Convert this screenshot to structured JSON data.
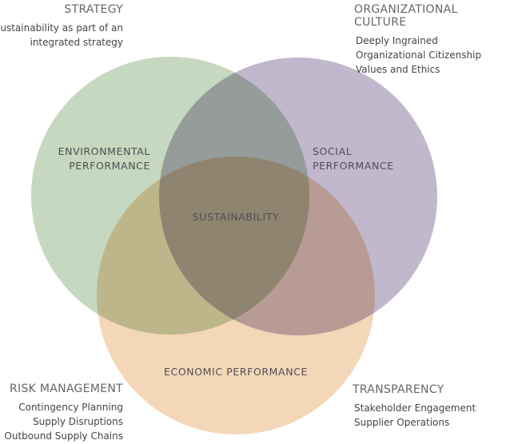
{
  "circles": {
    "environmental": {
      "label_lines": [
        "ENVIRONMENTAL",
        "PERFORMANCE"
      ],
      "color": "#c6d8bf"
    },
    "social": {
      "label_lines": [
        "SOCIAL",
        "PERFORMANCE"
      ],
      "color": "#c1b8ce"
    },
    "economic": {
      "label": "ECONOMIC PERFORMANCE",
      "color": "#f4d7b9"
    },
    "center": {
      "label": "SUSTAINABILITY"
    }
  },
  "corners": {
    "strategy": {
      "title": "STRATEGY",
      "items": [
        "sustainability as part of an",
        "integrated strategy"
      ]
    },
    "organizational_culture": {
      "title": "ORGANIZATIONAL CULTURE",
      "items": [
        "Deeply Ingrained",
        "Organizational Citizenship",
        "Values and Ethics"
      ]
    },
    "risk_management": {
      "title": "RISK MANAGEMENT",
      "items": [
        "Contingency Planning",
        "Supply Disruptions",
        "Outbound Supply Chains"
      ]
    },
    "transparency": {
      "title": "TRANSPARENCY",
      "items": [
        "Stakeholder Engagement",
        "Supplier Operations"
      ]
    }
  }
}
